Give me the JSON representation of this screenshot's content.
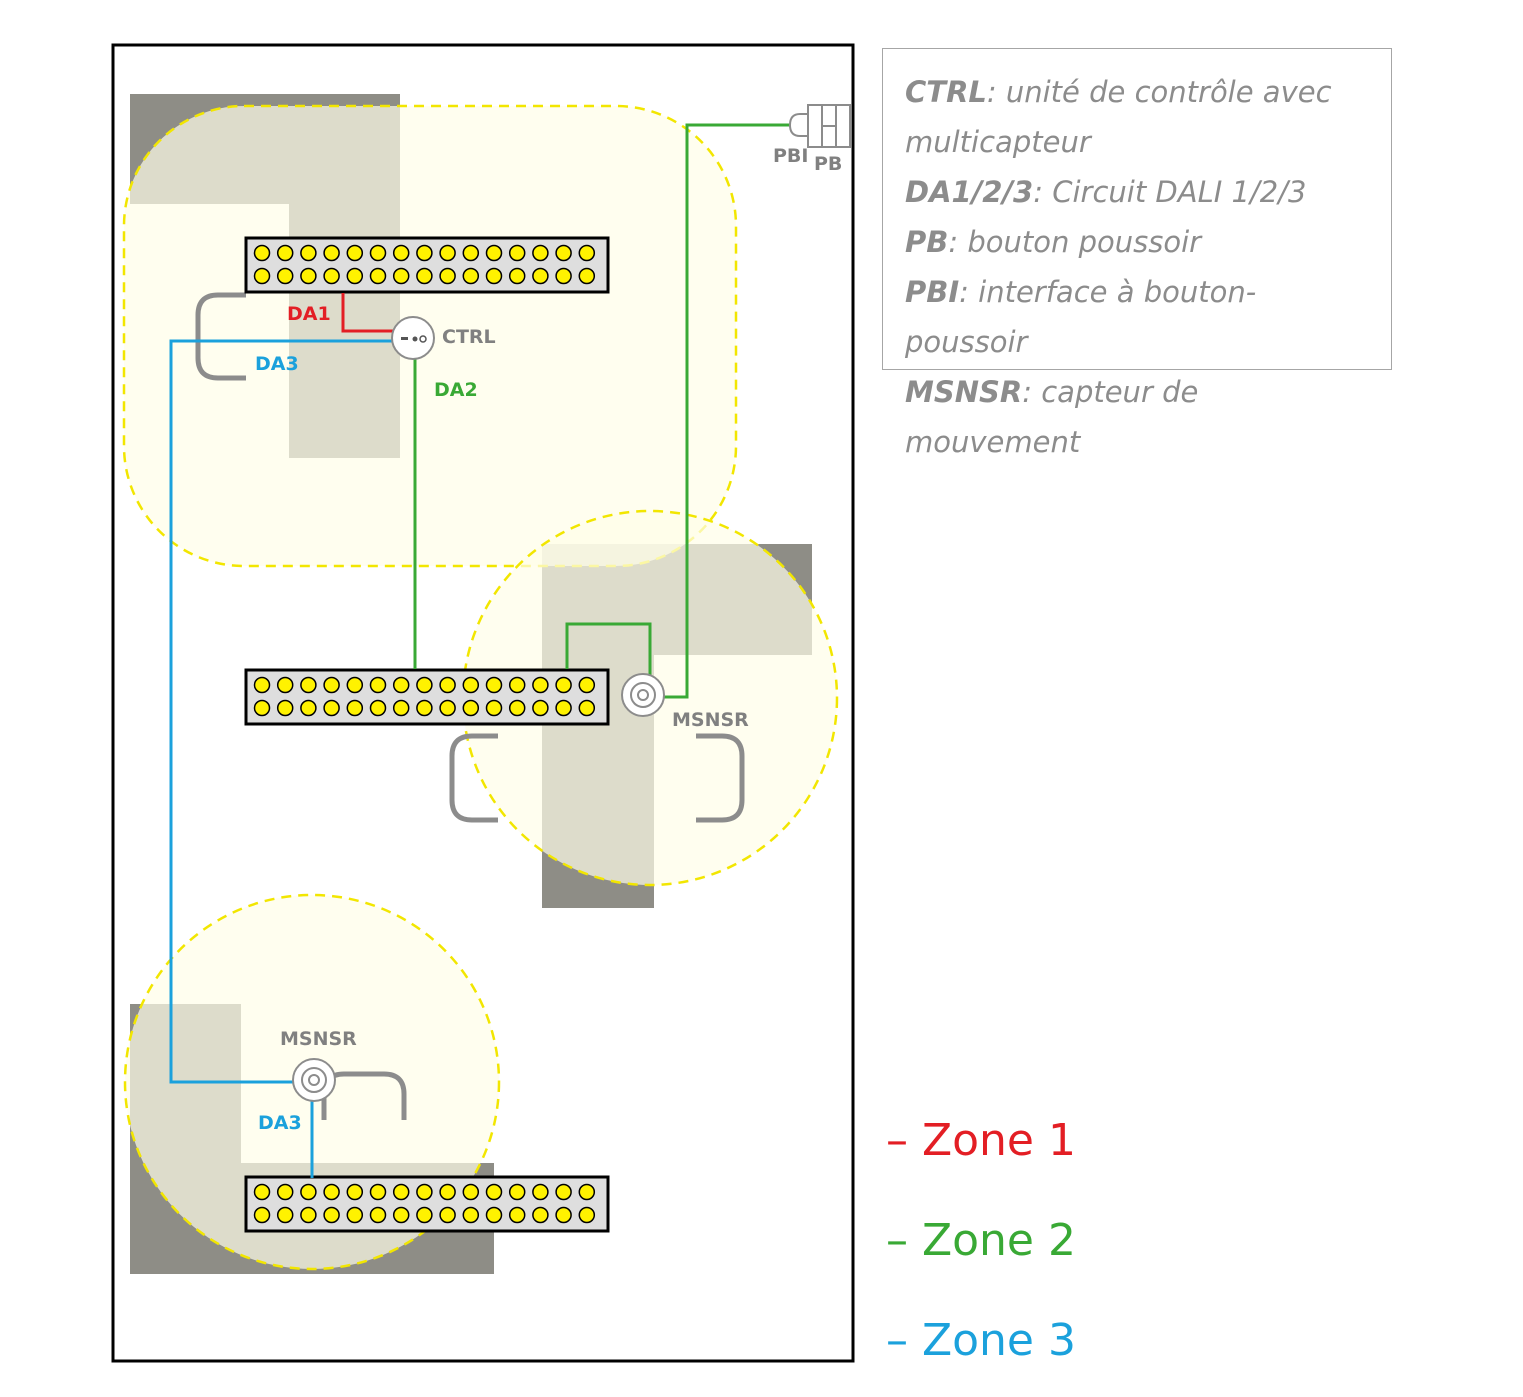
{
  "definitions": [
    {
      "term": "CTRL",
      "desc": ": unité de contrôle avec multicapteur"
    },
    {
      "term": "DA1/2/3",
      "desc": ": Circuit DALI 1/2/3"
    },
    {
      "term": "PB",
      "desc": ": bouton poussoir"
    },
    {
      "term": "PBI",
      "desc": ": interface à bouton-poussoir"
    },
    {
      "term": "MSNSR",
      "desc": ": capteur de mouvement"
    }
  ],
  "zones": [
    {
      "label": "– Zone 1",
      "color": "#e31e24"
    },
    {
      "label": "– Zone 2",
      "color": "#39a935"
    },
    {
      "label": "– Zone 3",
      "color": "#1ba1dc"
    }
  ],
  "labels": {
    "ctrl": "CTRL",
    "da1": "DA1",
    "da2": "DA2",
    "da3_top": "DA3",
    "da3_bottom": "DA3",
    "msnsr_mid": "MSNSR",
    "msnsr_bottom": "MSNSR",
    "pbi": "PBI",
    "pb": "PB"
  },
  "colors": {
    "zone1": "#e31e24",
    "zone2": "#39a935",
    "zone3": "#1ba1dc",
    "desk": "#8e8d86",
    "coverage": "#fffde8",
    "coverage_border": "#f2e600",
    "luminaire_dot": "#fff200",
    "label_gray": "#808080"
  }
}
